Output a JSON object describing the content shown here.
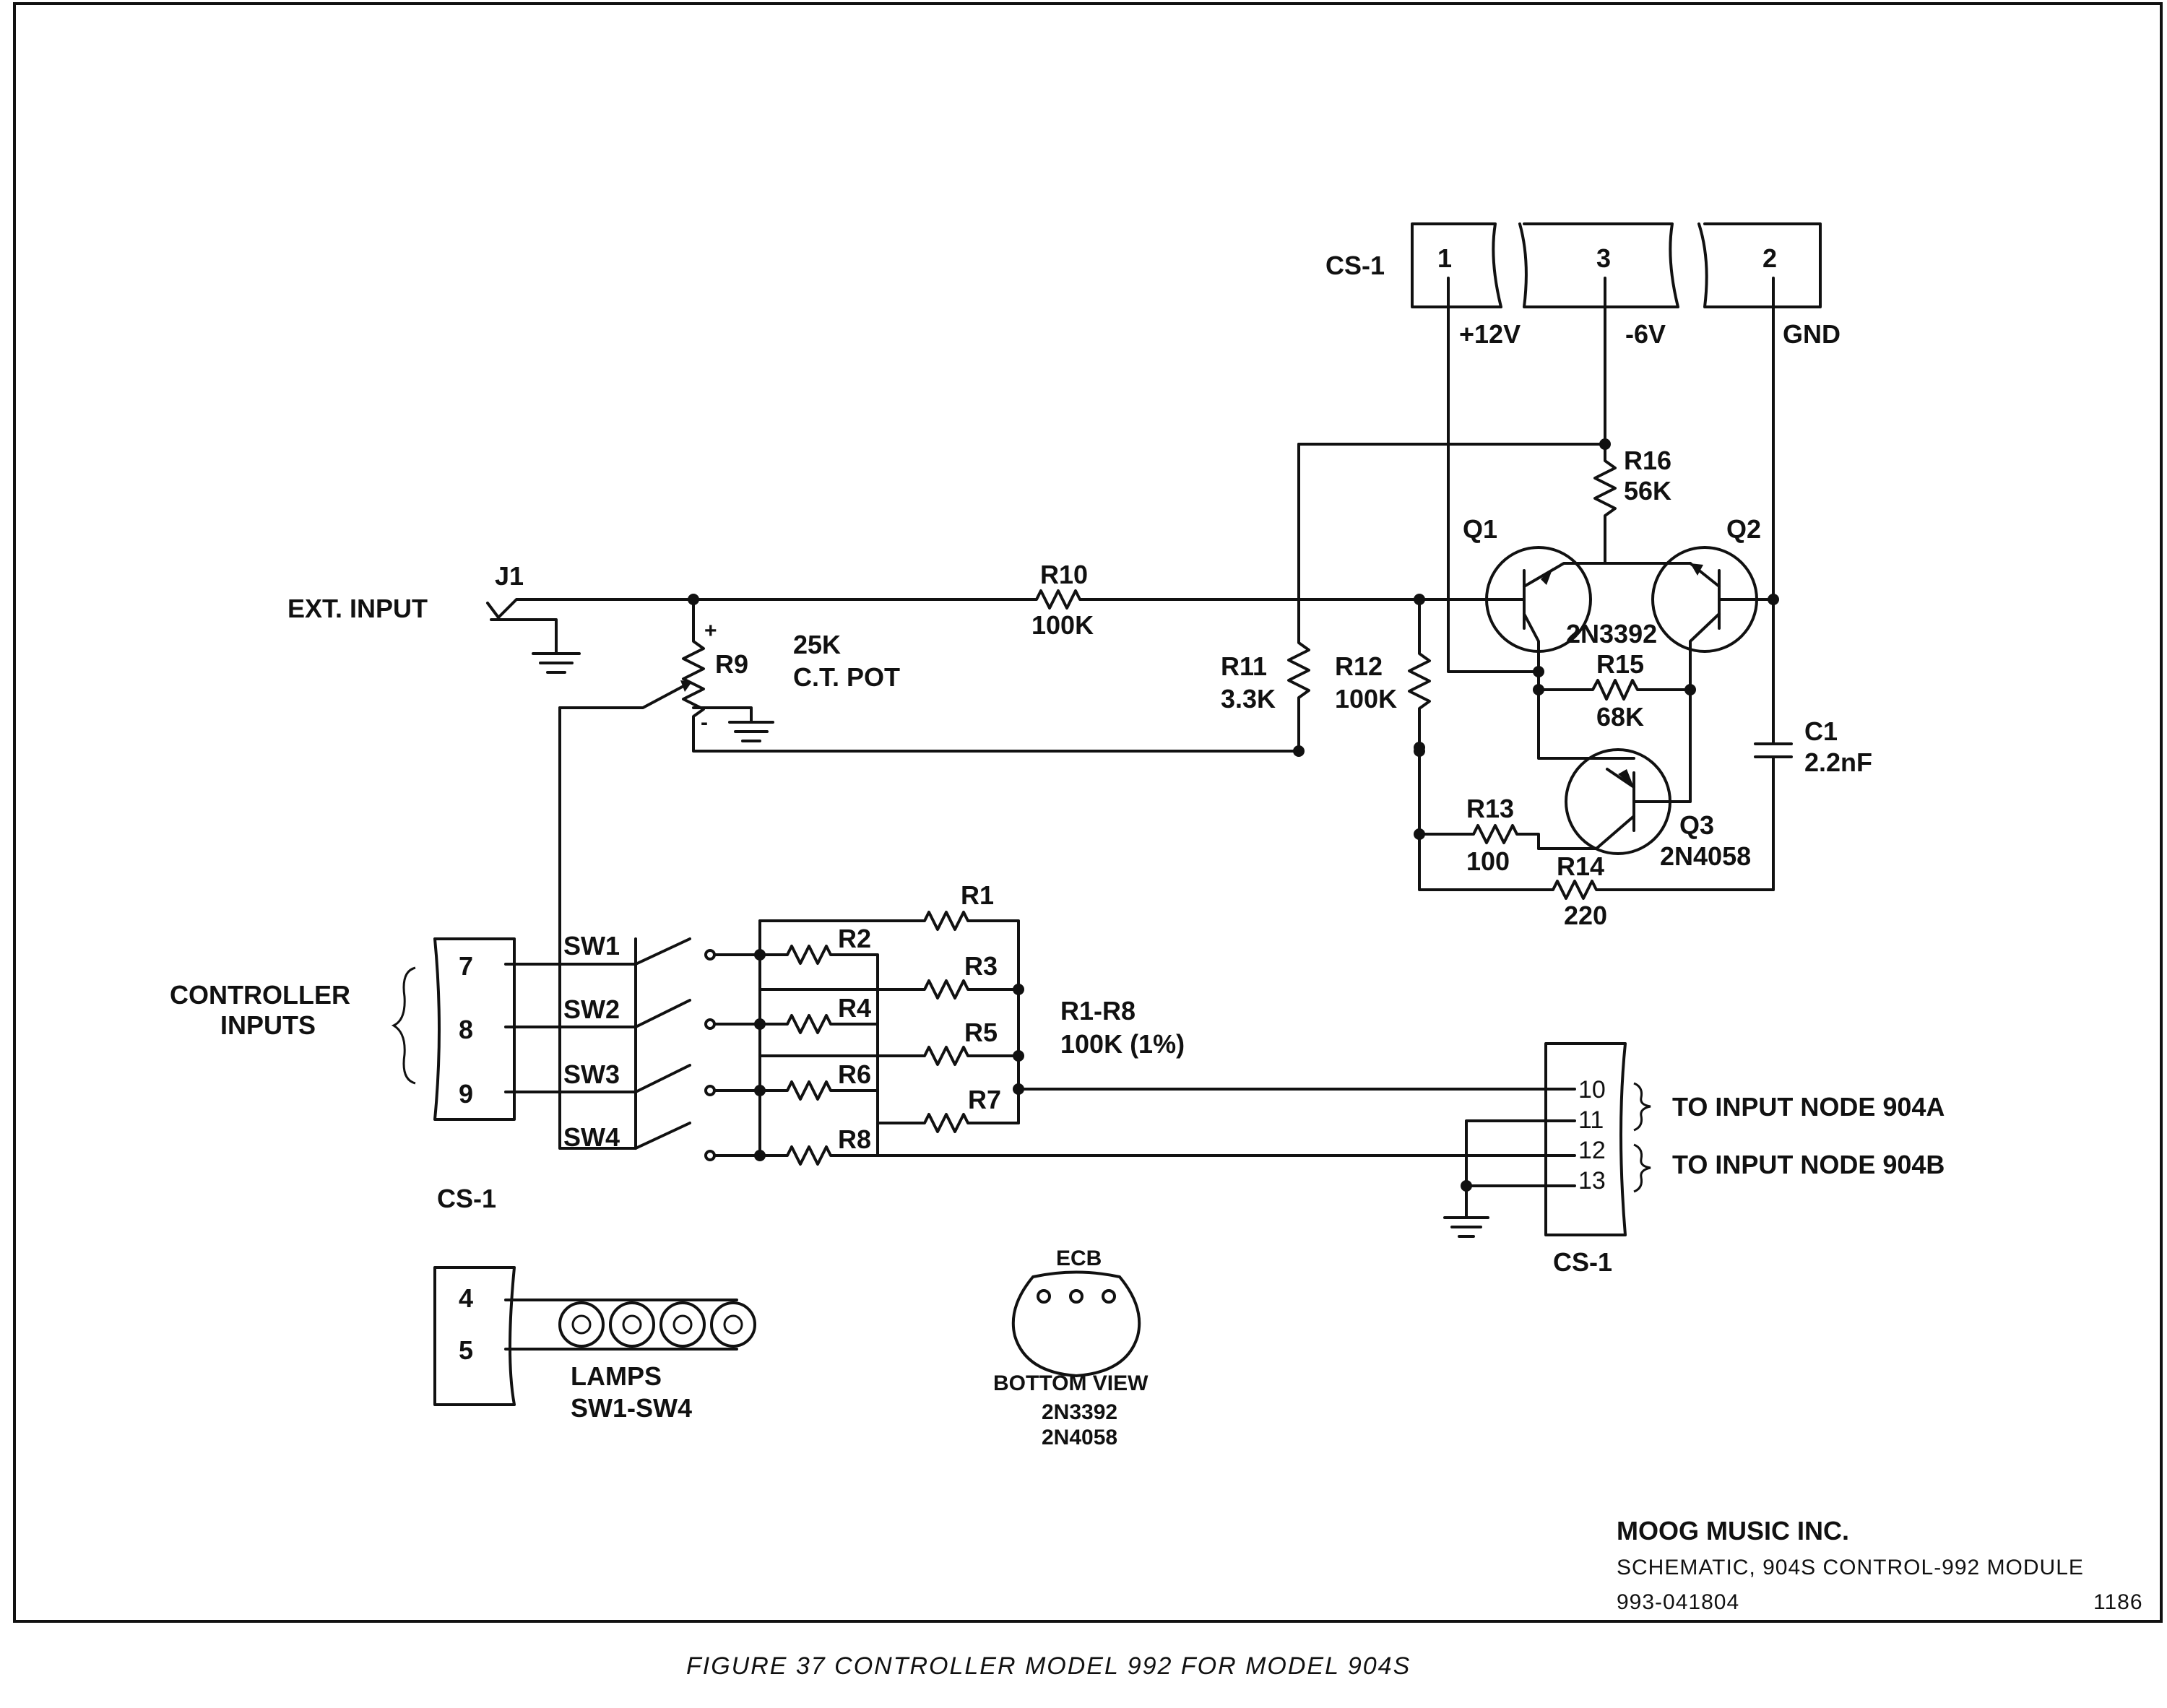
{
  "title_block": {
    "company": "MOOG MUSIC INC.",
    "title": "SCHEMATIC, 904S CONTROL-992 MODULE",
    "drawing_number": "993-041804",
    "revision": "1186"
  },
  "caption": "FIGURE 37  CONTROLLER MODEL 992 FOR MODEL 904S",
  "power_connector": {
    "label": "CS-1",
    "pins": [
      "1",
      "3",
      "2"
    ],
    "rails": [
      "+12V",
      "-6V",
      "GND"
    ]
  },
  "input": {
    "ext_input_label": "EXT. INPUT",
    "jack": "J1",
    "pot_ref": "R9",
    "pot_value_line1": "25K",
    "pot_value_line2": "C.T. POT",
    "plus": "+",
    "minus": "-"
  },
  "resistors": {
    "R10": {
      "ref": "R10",
      "value": "100K"
    },
    "R11": {
      "ref": "R11",
      "value": "3.3K"
    },
    "R12": {
      "ref": "R12",
      "value": "100K"
    },
    "R13": {
      "ref": "R13",
      "value": "100"
    },
    "R14": {
      "ref": "R14",
      "value": "220"
    },
    "R15": {
      "ref": "R15",
      "value": "68K"
    },
    "R16": {
      "ref": "R16",
      "value": "56K"
    }
  },
  "capacitor": {
    "ref": "C1",
    "value": "2.2nF"
  },
  "transistors": {
    "q1": "Q1",
    "q2": "Q2",
    "q12_part": "2N3392",
    "q3": "Q3",
    "q3_part": "2N4058"
  },
  "switch_bank": {
    "switches": [
      "SW1",
      "SW2",
      "SW3",
      "SW4"
    ],
    "resistors": [
      "R1",
      "R2",
      "R3",
      "R4",
      "R5",
      "R6",
      "R7",
      "R8"
    ],
    "note_line1": "R1-R8",
    "note_line2": "100K (1%)"
  },
  "controller_connector": {
    "group_line1": "CONTROLLER",
    "group_line2": "INPUTS",
    "pins": [
      "7",
      "8",
      "9"
    ],
    "label": "CS-1"
  },
  "output_connector": {
    "pins": [
      "10",
      "11",
      "12",
      "13"
    ],
    "dest_a": "TO INPUT NODE 904A",
    "dest_b": "TO INPUT NODE 904B",
    "label": "CS-1"
  },
  "lamps": {
    "pins": [
      "4",
      "5"
    ],
    "line1": "LAMPS",
    "line2": "SW1-SW4"
  },
  "package": {
    "pinout": "ECB",
    "view": "BOTTOM VIEW",
    "part1": "2N3392",
    "part2": "2N4058"
  }
}
